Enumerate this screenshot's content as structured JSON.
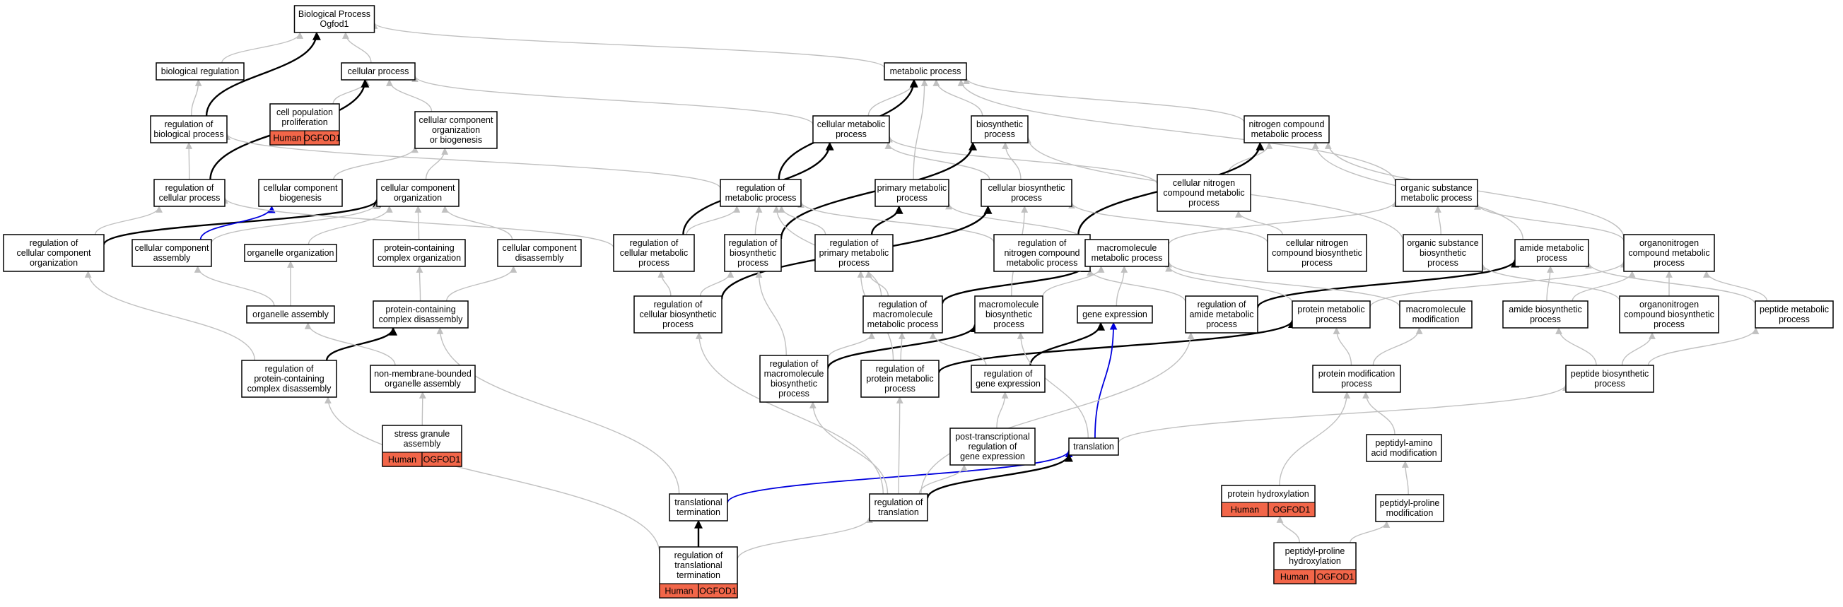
{
  "title": "Biological Process Ogfod1",
  "colors": {
    "badge": "#f26649",
    "gray_edge": "#c0c0c0",
    "black_edge": "#000000",
    "blue_edge": "#0000dd"
  },
  "badge": {
    "species": "Human",
    "gene": "OGFOD1"
  },
  "nodes": [
    {
      "id": "root",
      "lines": [
        "Biological Process",
        "Ogfod1"
      ]
    },
    {
      "id": "bioreg",
      "lines": [
        "biological regulation"
      ]
    },
    {
      "id": "cellproc",
      "lines": [
        "cellular process"
      ]
    },
    {
      "id": "metab",
      "lines": [
        "metabolic process"
      ]
    },
    {
      "id": "regbio",
      "lines": [
        "regulation of",
        "biological process"
      ]
    },
    {
      "id": "cellpop",
      "lines": [
        "cell population",
        "proliferation"
      ],
      "badge": true
    },
    {
      "id": "ccob",
      "lines": [
        "cellular component",
        "organization",
        "or biogenesis"
      ]
    },
    {
      "id": "cellmet",
      "lines": [
        "cellular metabolic",
        "process"
      ]
    },
    {
      "id": "biosyn",
      "lines": [
        "biosynthetic",
        "process"
      ]
    },
    {
      "id": "nitro",
      "lines": [
        "nitrogen compound",
        "metabolic process"
      ]
    },
    {
      "id": "regcell",
      "lines": [
        "regulation of",
        "cellular process"
      ]
    },
    {
      "id": "ccbio",
      "lines": [
        "cellular component",
        "biogenesis"
      ]
    },
    {
      "id": "ccorg",
      "lines": [
        "cellular component",
        "organization"
      ]
    },
    {
      "id": "regmet",
      "lines": [
        "regulation of",
        "metabolic process"
      ]
    },
    {
      "id": "primmet",
      "lines": [
        "primary metabolic",
        "process"
      ]
    },
    {
      "id": "cellbiosyn",
      "lines": [
        "cellular biosynthetic",
        "process"
      ]
    },
    {
      "id": "cellnitro",
      "lines": [
        "cellular nitrogen",
        "compound metabolic",
        "process"
      ]
    },
    {
      "id": "orgsub",
      "lines": [
        "organic substance",
        "metabolic process"
      ]
    },
    {
      "id": "regccorg",
      "lines": [
        "regulation of",
        "cellular component",
        "organization"
      ]
    },
    {
      "id": "ccassem",
      "lines": [
        "cellular component",
        "assembly"
      ]
    },
    {
      "id": "organorg",
      "lines": [
        "organelle organization"
      ]
    },
    {
      "id": "pcco",
      "lines": [
        "protein-containing",
        "complex organization"
      ]
    },
    {
      "id": "ccdis",
      "lines": [
        "cellular component",
        "disassembly"
      ]
    },
    {
      "id": "regcellmet",
      "lines": [
        "regulation of",
        "cellular metabolic",
        "process"
      ]
    },
    {
      "id": "regbiosyn",
      "lines": [
        "regulation of",
        "biosynthetic",
        "process"
      ]
    },
    {
      "id": "regprimmet",
      "lines": [
        "regulation of",
        "primary metabolic",
        "process"
      ]
    },
    {
      "id": "regnitro",
      "lines": [
        "regulation of",
        "nitrogen compound",
        "metabolic process"
      ]
    },
    {
      "id": "macromet",
      "lines": [
        "macromolecule",
        "metabolic process"
      ]
    },
    {
      "id": "cellnitrobio",
      "lines": [
        "cellular nitrogen",
        "compound biosynthetic",
        "process"
      ]
    },
    {
      "id": "orgsubbio",
      "lines": [
        "organic substance",
        "biosynthetic",
        "process"
      ]
    },
    {
      "id": "amidemet",
      "lines": [
        "amide metabolic",
        "process"
      ]
    },
    {
      "id": "orgnitro",
      "lines": [
        "organonitrogen",
        "compound metabolic",
        "process"
      ]
    },
    {
      "id": "organassem",
      "lines": [
        "organelle assembly"
      ]
    },
    {
      "id": "pccdis",
      "lines": [
        "protein-containing",
        "complex disassembly"
      ]
    },
    {
      "id": "regcellbiosyn",
      "lines": [
        "regulation of",
        "cellular biosynthetic",
        "process"
      ]
    },
    {
      "id": "regmacromet",
      "lines": [
        "regulation of",
        "macromolecule",
        "metabolic process"
      ]
    },
    {
      "id": "macrobio",
      "lines": [
        "macromolecule",
        "biosynthetic",
        "process"
      ]
    },
    {
      "id": "geneexp",
      "lines": [
        "gene expression"
      ]
    },
    {
      "id": "regamide",
      "lines": [
        "regulation of",
        "amide metabolic",
        "process"
      ]
    },
    {
      "id": "protmet",
      "lines": [
        "protein metabolic",
        "process"
      ]
    },
    {
      "id": "macromod",
      "lines": [
        "macromolecule",
        "modification"
      ]
    },
    {
      "id": "amidebio",
      "lines": [
        "amide biosynthetic",
        "process"
      ]
    },
    {
      "id": "orgnitrobio",
      "lines": [
        "organonitrogen",
        "compound biosynthetic",
        "process"
      ]
    },
    {
      "id": "peptmet",
      "lines": [
        "peptide metabolic",
        "process"
      ]
    },
    {
      "id": "regpccdis",
      "lines": [
        "regulation of",
        "protein-containing",
        "complex disassembly"
      ]
    },
    {
      "id": "nmboa",
      "lines": [
        "non-membrane-bounded",
        "organelle assembly"
      ]
    },
    {
      "id": "regmacrobio",
      "lines": [
        "regulation of",
        "macromolecule",
        "biosynthetic",
        "process"
      ]
    },
    {
      "id": "regprotmet",
      "lines": [
        "regulation of",
        "protein metabolic",
        "process"
      ]
    },
    {
      "id": "reggeneexp",
      "lines": [
        "regulation of",
        "gene expression"
      ]
    },
    {
      "id": "protmod",
      "lines": [
        "protein modification",
        "process"
      ]
    },
    {
      "id": "peptbio",
      "lines": [
        "peptide biosynthetic",
        "process"
      ]
    },
    {
      "id": "sga",
      "lines": [
        "stress granule",
        "assembly"
      ],
      "badge": true
    },
    {
      "id": "ptreg",
      "lines": [
        "post-transcriptional",
        "regulation of",
        "gene expression"
      ]
    },
    {
      "id": "transl",
      "lines": [
        "translation"
      ]
    },
    {
      "id": "peptamino",
      "lines": [
        "peptidyl-amino",
        "acid modification"
      ]
    },
    {
      "id": "transterm",
      "lines": [
        "translational",
        "termination"
      ]
    },
    {
      "id": "regtransl",
      "lines": [
        "regulation of",
        "translation"
      ]
    },
    {
      "id": "prothyd",
      "lines": [
        "protein hydroxylation"
      ],
      "badge": true
    },
    {
      "id": "peptpro",
      "lines": [
        "peptidyl-proline",
        "modification"
      ]
    },
    {
      "id": "regtransterm",
      "lines": [
        "regulation of",
        "translational",
        "termination"
      ],
      "badge": true
    },
    {
      "id": "ppph",
      "lines": [
        "peptidyl-proline",
        "hydroxylation"
      ],
      "badge": true
    }
  ],
  "edges": [
    [
      "bioreg",
      "root",
      "gray"
    ],
    [
      "cellproc",
      "root",
      "gray"
    ],
    [
      "metab",
      "root",
      "gray"
    ],
    [
      "regbio",
      "root",
      "black"
    ],
    [
      "regbio",
      "bioreg",
      "gray"
    ],
    [
      "cellpop",
      "cellproc",
      "gray"
    ],
    [
      "ccob",
      "cellproc",
      "gray"
    ],
    [
      "cellmet",
      "cellproc",
      "gray"
    ],
    [
      "cellmet",
      "metab",
      "gray"
    ],
    [
      "biosyn",
      "metab",
      "gray"
    ],
    [
      "nitro",
      "metab",
      "gray"
    ],
    [
      "regcell",
      "regbio",
      "gray"
    ],
    [
      "regcell",
      "cellproc",
      "black"
    ],
    [
      "ccbio",
      "ccob",
      "gray"
    ],
    [
      "ccorg",
      "ccob",
      "gray"
    ],
    [
      "regmet",
      "regbio",
      "gray"
    ],
    [
      "regmet",
      "metab",
      "black"
    ],
    [
      "primmet",
      "metab",
      "gray"
    ],
    [
      "cellbiosyn",
      "cellmet",
      "gray"
    ],
    [
      "cellbiosyn",
      "biosyn",
      "gray"
    ],
    [
      "cellnitro",
      "cellmet",
      "gray"
    ],
    [
      "cellnitro",
      "nitro",
      "gray"
    ],
    [
      "orgsub",
      "metab",
      "gray"
    ],
    [
      "regccorg",
      "regcell",
      "gray"
    ],
    [
      "regccorg",
      "ccorg",
      "black"
    ],
    [
      "ccassem",
      "ccbio",
      "blue"
    ],
    [
      "ccassem",
      "ccorg",
      "gray"
    ],
    [
      "organorg",
      "ccorg",
      "gray"
    ],
    [
      "pcco",
      "ccorg",
      "gray"
    ],
    [
      "ccdis",
      "ccorg",
      "gray"
    ],
    [
      "regcellmet",
      "regcell",
      "gray"
    ],
    [
      "regcellmet",
      "regmet",
      "gray"
    ],
    [
      "regcellmet",
      "cellmet",
      "black"
    ],
    [
      "regbiosyn",
      "regmet",
      "gray"
    ],
    [
      "regbiosyn",
      "biosyn",
      "black"
    ],
    [
      "regprimmet",
      "regmet",
      "gray"
    ],
    [
      "regprimmet",
      "primmet",
      "black"
    ],
    [
      "regnitro",
      "regmet",
      "gray"
    ],
    [
      "regnitro",
      "nitro",
      "black"
    ],
    [
      "macromet",
      "primmet",
      "gray"
    ],
    [
      "macromet",
      "orgsub",
      "gray"
    ],
    [
      "cellnitrobio",
      "cellnitro",
      "gray"
    ],
    [
      "cellnitrobio",
      "cellbiosyn",
      "gray"
    ],
    [
      "orgsubbio",
      "orgsub",
      "gray"
    ],
    [
      "orgsubbio",
      "biosyn",
      "gray"
    ],
    [
      "amidemet",
      "nitro",
      "gray"
    ],
    [
      "orgnitro",
      "nitro",
      "gray"
    ],
    [
      "orgnitro",
      "orgsub",
      "gray"
    ],
    [
      "organassem",
      "organorg",
      "gray"
    ],
    [
      "organassem",
      "ccassem",
      "gray"
    ],
    [
      "pccdis",
      "pcco",
      "gray"
    ],
    [
      "pccdis",
      "ccdis",
      "gray"
    ],
    [
      "regcellbiosyn",
      "regcellmet",
      "gray"
    ],
    [
      "regcellbiosyn",
      "regbiosyn",
      "gray"
    ],
    [
      "regcellbiosyn",
      "cellbiosyn",
      "black"
    ],
    [
      "regmacromet",
      "regprimmet",
      "gray"
    ],
    [
      "regmacromet",
      "macromet",
      "black"
    ],
    [
      "regmacromet",
      "regmet",
      "gray"
    ],
    [
      "macrobio",
      "macromet",
      "gray"
    ],
    [
      "macrobio",
      "cellbiosyn",
      "gray"
    ],
    [
      "geneexp",
      "macromet",
      "gray"
    ],
    [
      "regamide",
      "amidemet",
      "black"
    ],
    [
      "regamide",
      "regnitro",
      "gray"
    ],
    [
      "protmet",
      "macromet",
      "gray"
    ],
    [
      "protmet",
      "orgnitro",
      "gray"
    ],
    [
      "macromod",
      "macromet",
      "gray"
    ],
    [
      "amidebio",
      "amidemet",
      "gray"
    ],
    [
      "amidebio",
      "orgnitro",
      "gray"
    ],
    [
      "orgnitrobio",
      "orgnitro",
      "gray"
    ],
    [
      "orgnitrobio",
      "orgsubbio",
      "gray"
    ],
    [
      "peptmet",
      "amidemet",
      "gray"
    ],
    [
      "peptmet",
      "orgnitro",
      "gray"
    ],
    [
      "regpccdis",
      "pccdis",
      "black"
    ],
    [
      "regpccdis",
      "regccorg",
      "gray"
    ],
    [
      "nmboa",
      "organassem",
      "gray"
    ],
    [
      "regmacrobio",
      "macrobio",
      "black"
    ],
    [
      "regmacrobio",
      "regmacromet",
      "gray"
    ],
    [
      "regmacrobio",
      "regbiosyn",
      "gray"
    ],
    [
      "regprotmet",
      "protmet",
      "black"
    ],
    [
      "regprotmet",
      "regmacromet",
      "gray"
    ],
    [
      "regprotmet",
      "regprimmet",
      "gray"
    ],
    [
      "reggeneexp",
      "geneexp",
      "black"
    ],
    [
      "reggeneexp",
      "regmacromet",
      "gray"
    ],
    [
      "protmod",
      "protmet",
      "gray"
    ],
    [
      "protmod",
      "macromod",
      "gray"
    ],
    [
      "peptbio",
      "peptmet",
      "gray"
    ],
    [
      "peptbio",
      "amidebio",
      "gray"
    ],
    [
      "peptbio",
      "orgnitrobio",
      "gray"
    ],
    [
      "sga",
      "nmboa",
      "gray"
    ],
    [
      "ptreg",
      "reggeneexp",
      "gray"
    ],
    [
      "transl",
      "geneexp",
      "blue"
    ],
    [
      "transl",
      "macrobio",
      "gray"
    ],
    [
      "transl",
      "peptbio",
      "gray"
    ],
    [
      "peptamino",
      "protmod",
      "gray"
    ],
    [
      "transterm",
      "transl",
      "blue"
    ],
    [
      "transterm",
      "pccdis",
      "gray"
    ],
    [
      "regtransl",
      "transl",
      "black"
    ],
    [
      "regtransl",
      "ptreg",
      "gray"
    ],
    [
      "regtransl",
      "regprotmet",
      "gray"
    ],
    [
      "regtransl",
      "regmacrobio",
      "gray"
    ],
    [
      "regtransl",
      "regcellbiosyn",
      "gray"
    ],
    [
      "regtransl",
      "regamide",
      "gray"
    ],
    [
      "prothyd",
      "protmod",
      "gray"
    ],
    [
      "peptpro",
      "peptamino",
      "gray"
    ],
    [
      "regtransterm",
      "transterm",
      "black"
    ],
    [
      "regtransterm",
      "regtransl",
      "gray"
    ],
    [
      "regtransterm",
      "regpccdis",
      "gray"
    ],
    [
      "ppph",
      "prothyd",
      "gray"
    ],
    [
      "ppph",
      "peptpro",
      "gray"
    ]
  ]
}
